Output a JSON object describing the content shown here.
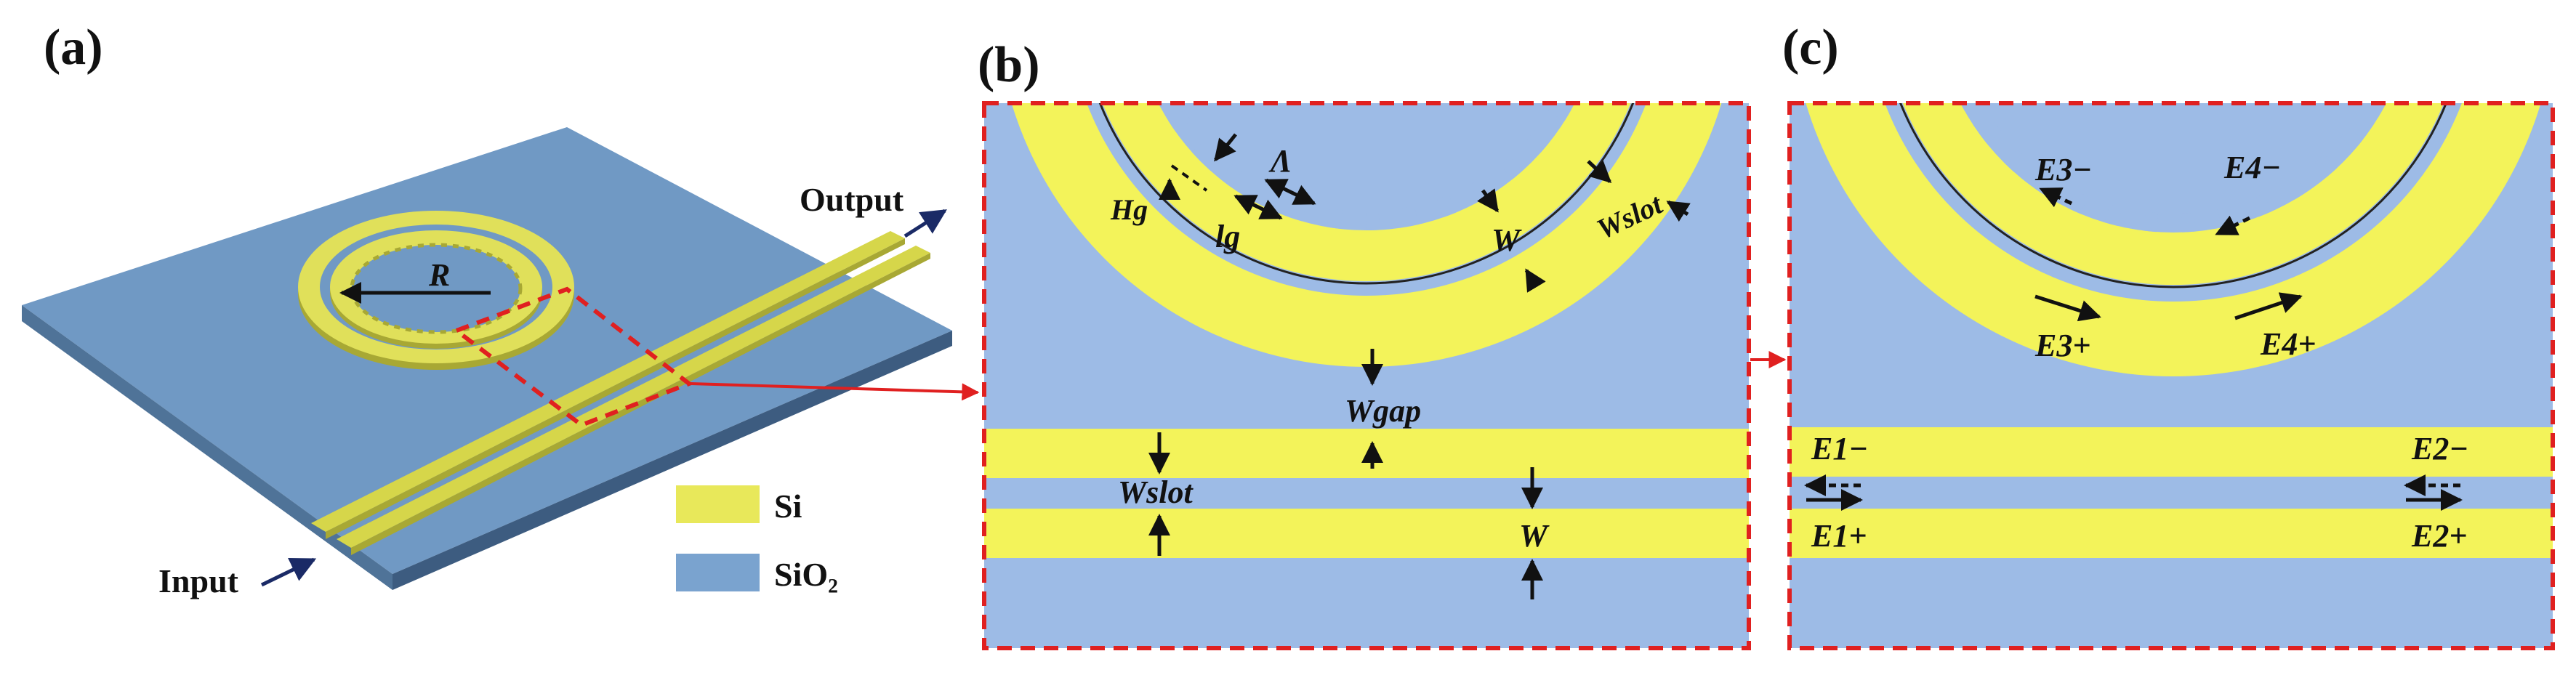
{
  "panels": {
    "a": {
      "label": "(a)"
    },
    "b": {
      "label": "(b)"
    },
    "c": {
      "label": "(c)"
    }
  },
  "panel_a": {
    "radius_label": "R",
    "output_label": "Output",
    "input_label": "Input",
    "legend": [
      {
        "text": "Si",
        "color": "#e8e85a"
      },
      {
        "text": "SiO₂",
        "color": "#7aa3cf"
      }
    ]
  },
  "panel_b": {
    "Hg": "Hg",
    "Lambda": "Λ",
    "lg": "lg",
    "W_ring": "W",
    "Wslot_ring": "Wslot",
    "Wgap": "Wgap",
    "Wslot_bus": "Wslot",
    "W_bus": "W"
  },
  "panel_c": {
    "E3m": "E3−",
    "E4m": "E4−",
    "E3p": "E3+",
    "E4p": "E4+",
    "E1m": "E1−",
    "E1p": "E1+",
    "E2m": "E2−",
    "E2p": "E2+"
  },
  "colors": {
    "silicon": "#f3f35a",
    "silica": "#9dbbe6",
    "substrate_top": "#6f96bf",
    "frame": "#e02020",
    "arrow": "#111111"
  }
}
